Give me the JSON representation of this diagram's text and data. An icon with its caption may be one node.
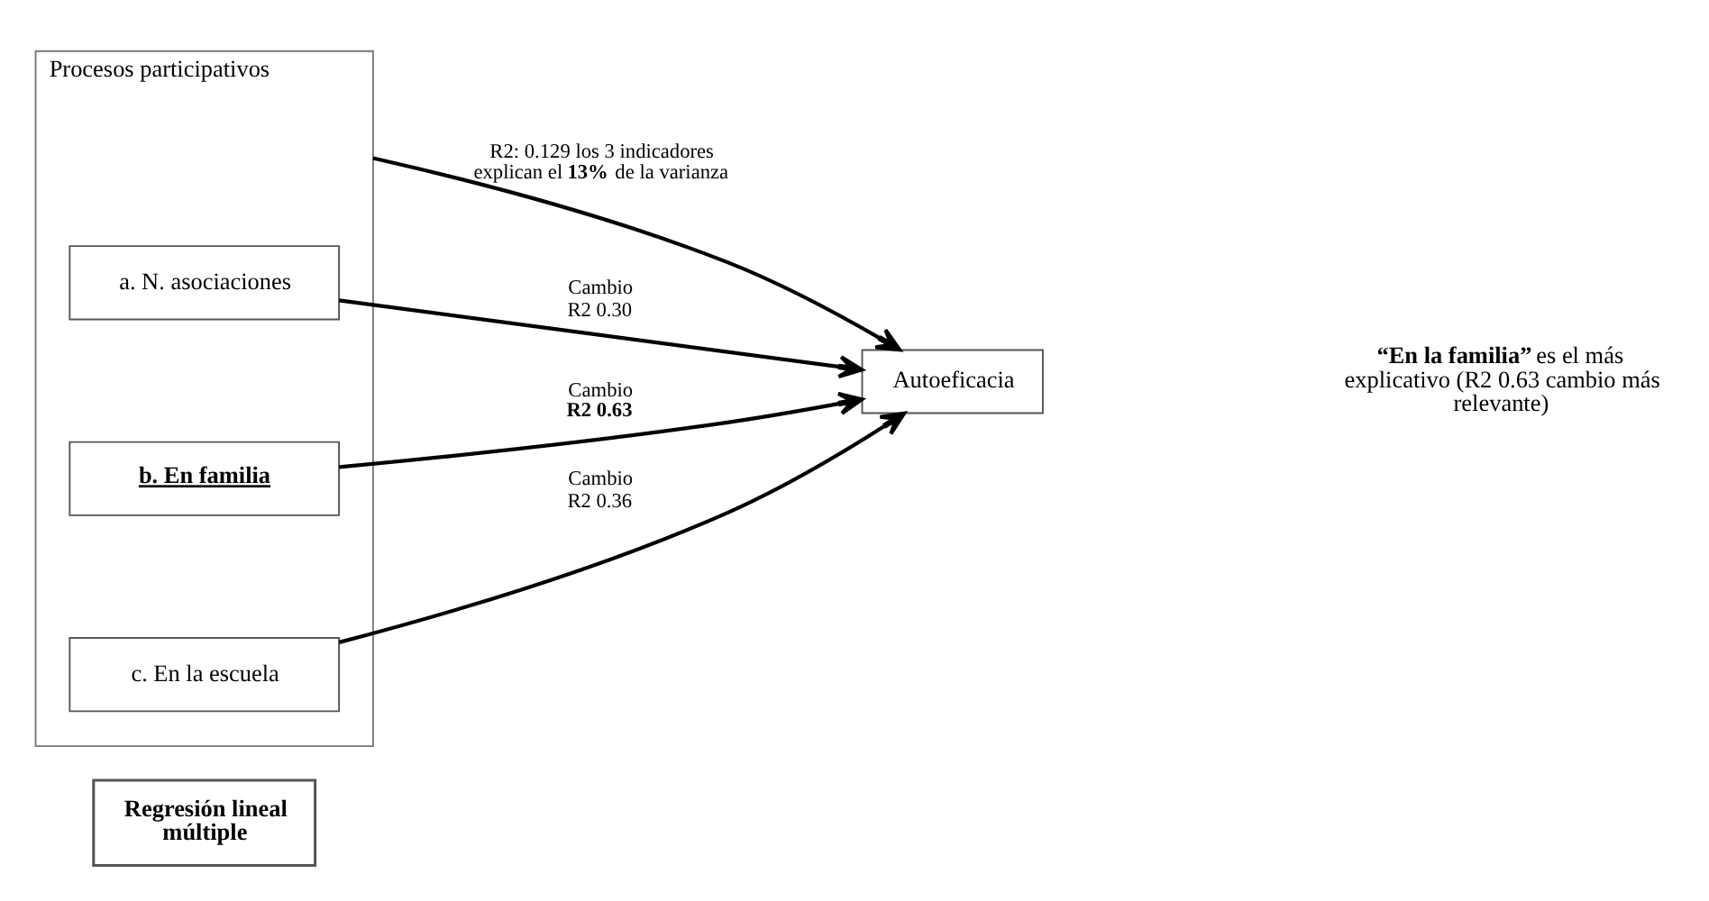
{
  "diagram": {
    "nodes": [
      {
        "text": [
          "Regresión lineal múltiple"
        ]
      },
      {
        "text": [
          "Procesos participativos"
        ]
      },
      {
        "text": [
          "a. N. asociaciones"
        ],
        "in": 1
      },
      {
        "text": [
          "b. En familia"
        ],
        "in": 1
      },
      {
        "text": [
          "c. En la escuela"
        ],
        "in": 1
      },
      {
        "text": [
          "Autoeficacia"
        ]
      }
    ],
    "edges": [
      {
        "from": 1,
        "to": 5,
        "arrow": "to",
        "label": "R2: 0.129 los 3 indicadores explican el **13%** de la varianza"
      },
      {
        "from": 2,
        "to": 5,
        "arrow": "to",
        "label": "Cambio R2 0.30"
      },
      {
        "from": 3,
        "to": 5,
        "arrow": "to",
        "label": "Cambio **R2 0.63**"
      },
      {
        "from": 4,
        "to": 5,
        "arrow": "to",
        "label": "Cambio R2 0.36"
      }
    ],
    "labels": [
      "**“En la familia”** es el más explicativo (R2 0.63 cambio más relevante)"
    ]
  }
}
